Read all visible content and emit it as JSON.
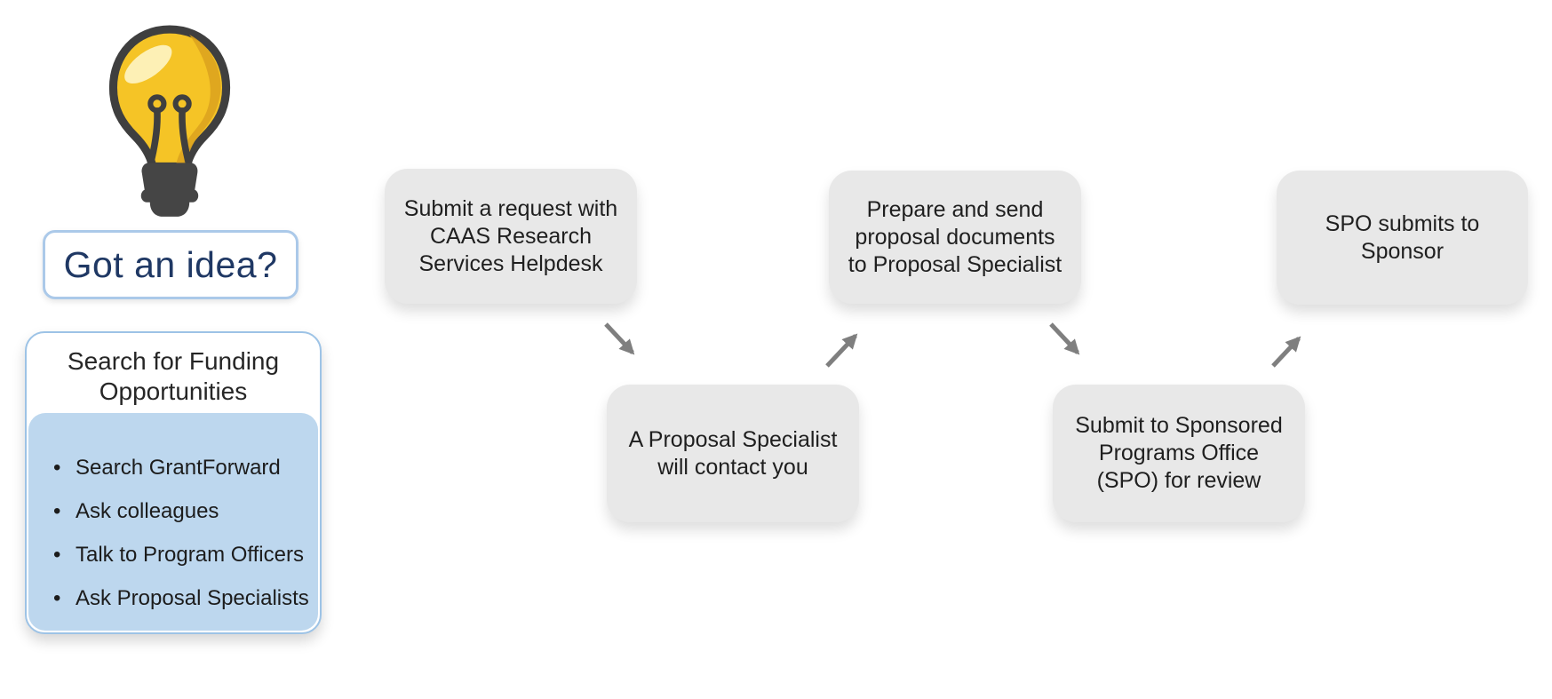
{
  "colors": {
    "panel_fill_blue": "#bdd7ee",
    "panel_border_blue": "#9dc3e6",
    "step_box_gray": "#e8e8e8",
    "arrow_gray": "#7f7f7f",
    "idea_text_navy": "#1f3864",
    "bulb_yellow": "#f5c426",
    "bulb_outline": "#3f3f3f",
    "body_text": "#1f1f1f"
  },
  "idea": {
    "icon": "lightbulb-icon",
    "label": "Got an idea?"
  },
  "funding_panel": {
    "title_lines": [
      "Search for Funding",
      "Opportunities"
    ],
    "bullets": [
      "Search GrantForward",
      "Ask colleagues",
      "Talk to Program Officers",
      "Ask Proposal Specialists"
    ]
  },
  "flow": {
    "steps": [
      {
        "lines": [
          "Submit a request with",
          "CAAS Research",
          "Services Helpdesk"
        ]
      },
      {
        "lines": [
          "A Proposal Specialist",
          "will contact you"
        ]
      },
      {
        "lines": [
          "Prepare and send",
          "proposal documents",
          "to Proposal Specialist"
        ]
      },
      {
        "lines": [
          "Submit to Sponsored",
          "Programs Office",
          "(SPO) for review"
        ]
      },
      {
        "lines": [
          "SPO submits to",
          "Sponsor"
        ]
      }
    ],
    "arrows": [
      {
        "from": 1,
        "to": 2,
        "direction": "down-right"
      },
      {
        "from": 2,
        "to": 3,
        "direction": "up-right"
      },
      {
        "from": 3,
        "to": 4,
        "direction": "down-right"
      },
      {
        "from": 4,
        "to": 5,
        "direction": "up-right"
      }
    ]
  }
}
